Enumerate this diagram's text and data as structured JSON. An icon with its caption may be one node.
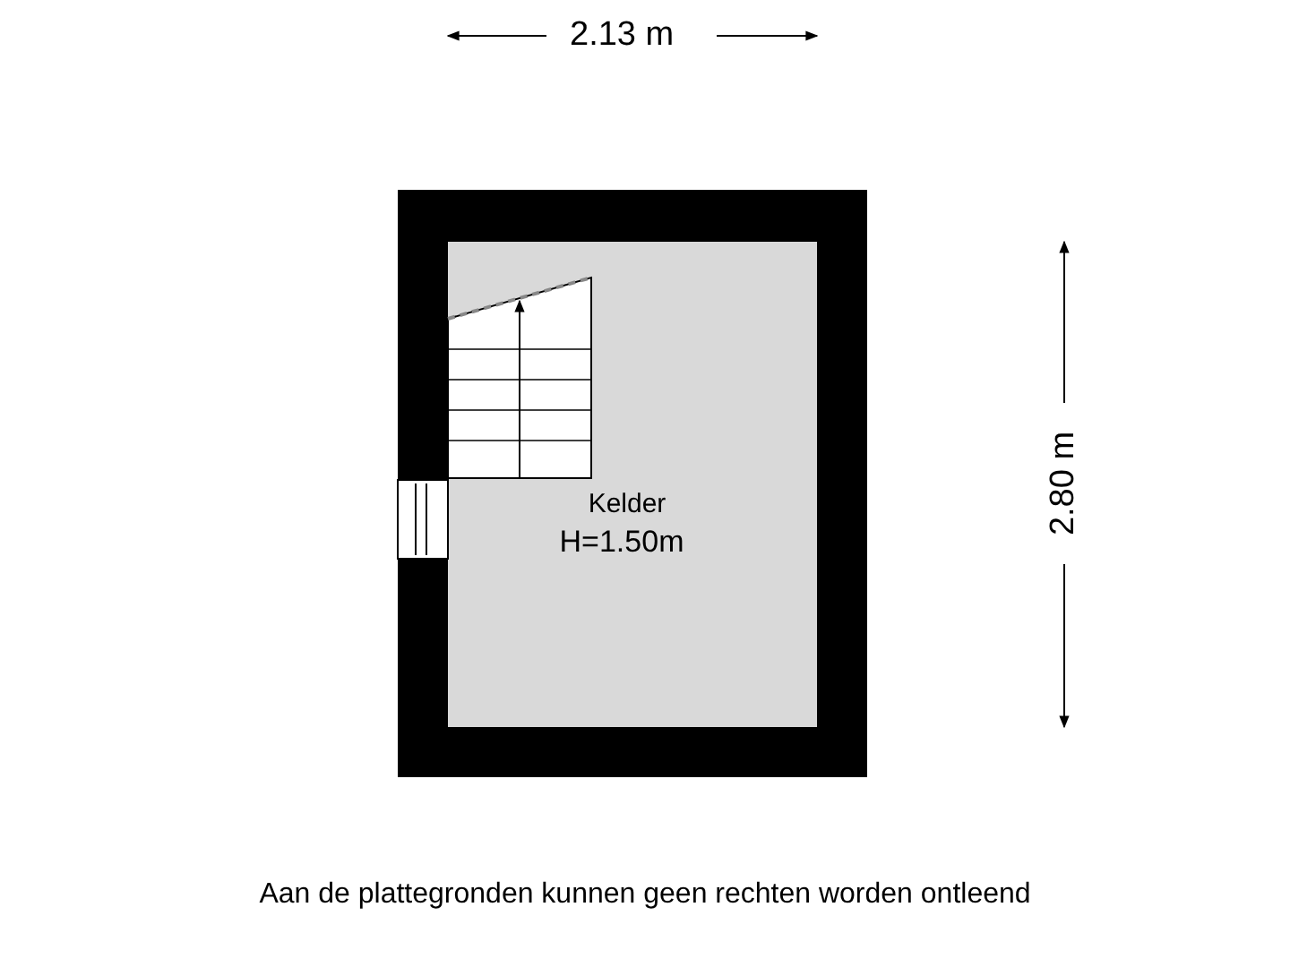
{
  "diagram": {
    "nodes": [
      {
        "text": [
          "Kelder",
          "H=1.50m"
        ]
      }
    ],
    "labels": [
      "2.13 m",
      "2.80 m",
      "Aan de plattegronden kunnen geen rechten worden ontleend"
    ]
  }
}
